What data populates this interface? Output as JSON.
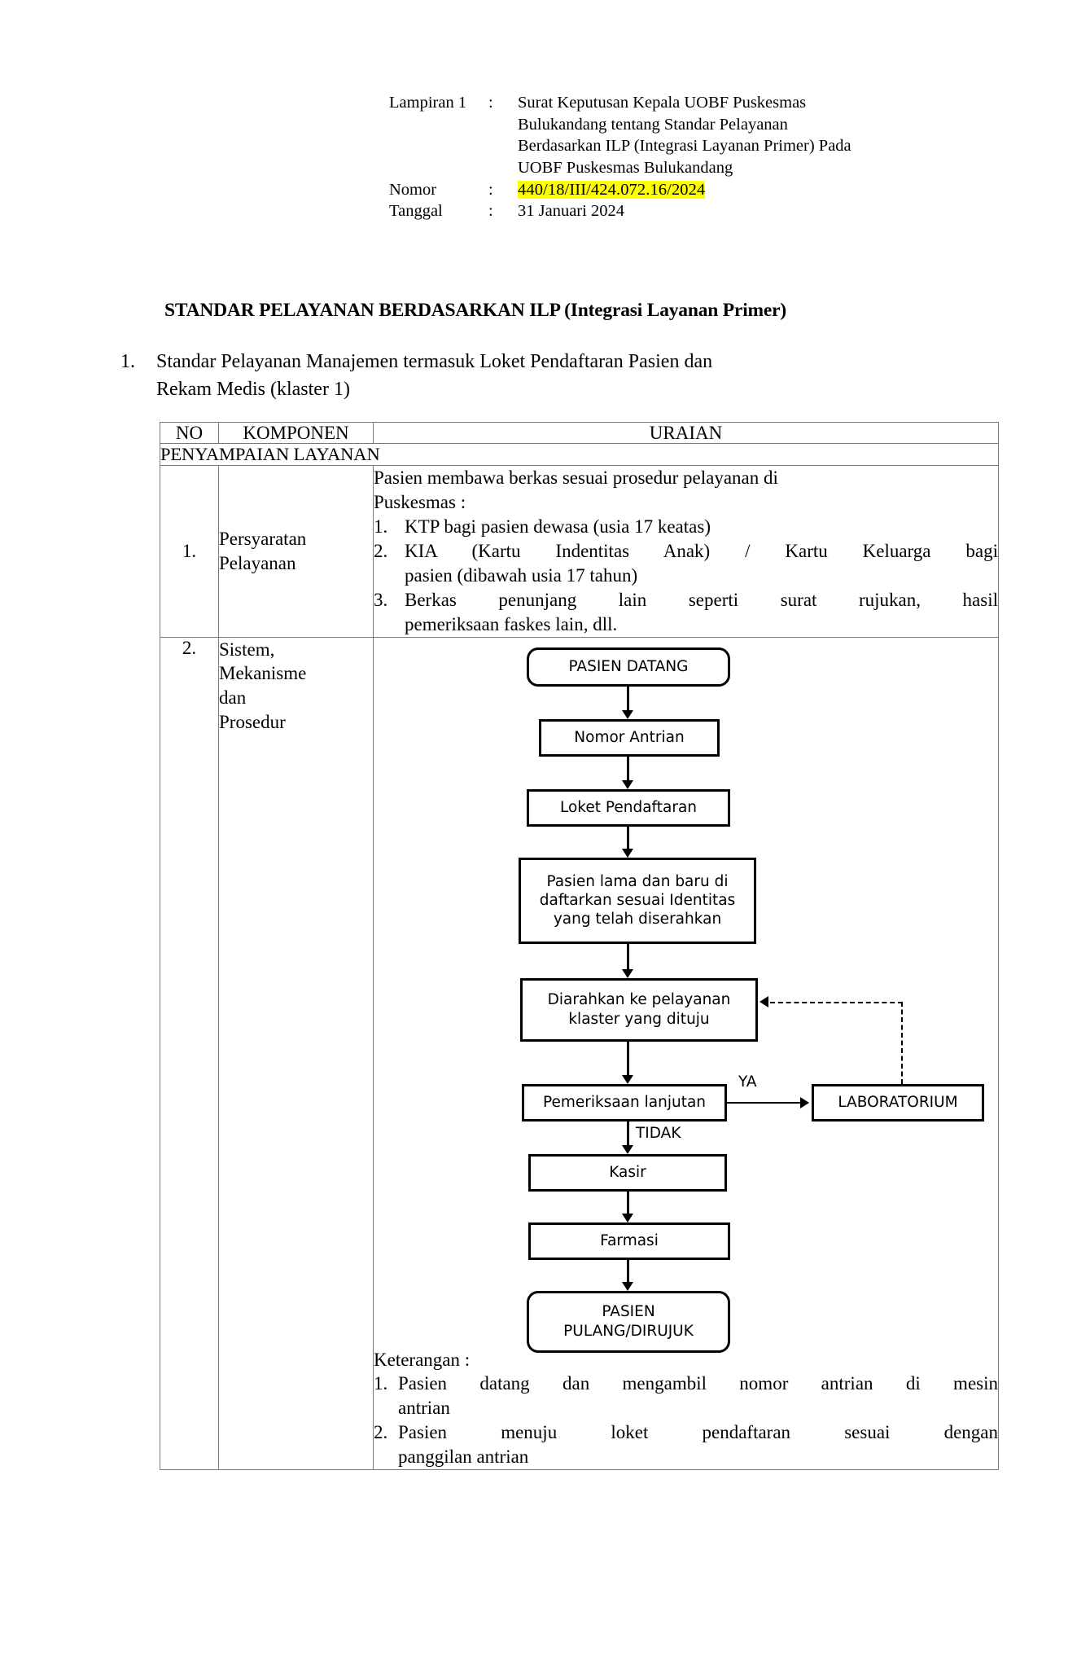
{
  "header": {
    "rows": [
      {
        "label": "Lampiran 1",
        "colon": ":",
        "lines": [
          "Surat Keputusan Kepala UOBF Puskesmas",
          "Bulukandang  tentang Standar Pelayanan",
          "Berdasarkan ILP (Integrasi Layanan Primer) Pada",
          "UOBF Puskesmas Bulukandang"
        ],
        "highlight": false
      },
      {
        "label": "Nomor",
        "colon": ":",
        "lines": [
          "440/18/III/424.072.16/2024"
        ],
        "highlight": true
      },
      {
        "label": "Tanggal",
        "colon": ":",
        "lines": [
          "31 Januari 2024"
        ],
        "highlight": false
      }
    ],
    "highlight_color": "#ffff00"
  },
  "main_title": "STANDAR PELAYANAN BERDASARKAN ILP (Integrasi Layanan Primer)",
  "intro": {
    "number": "1.",
    "lines": [
      "Standar Pelayanan Manajemen termasuk Loket Pendaftaran Pasien dan",
      "Rekam Medis (klaster 1)"
    ]
  },
  "table": {
    "headers": {
      "no": "NO",
      "komponen": "KOMPONEN",
      "uraian": "URAIAN"
    },
    "section_title": "PENYAMPAIAN LAYANAN",
    "rows": [
      {
        "no": "1.",
        "komponen_lines": [
          "Persyaratan",
          "Pelayanan"
        ],
        "uraian_intro": [
          "Pasien membawa berkas sesuai prosedur pelayanan di",
          "Puskesmas :"
        ],
        "uraian_items": [
          {
            "num": "1.",
            "lines": [
              {
                "text": "KTP bagi pasien dewasa (usia 17 keatas)",
                "justify": false
              }
            ]
          },
          {
            "num": "2.",
            "lines": [
              {
                "text": "KIA (Kartu Indentitas Anak) / Kartu Keluarga bagi",
                "justify": true
              },
              {
                "text": "pasien (dibawah usia 17 tahun)",
                "justify": false
              }
            ]
          },
          {
            "num": "3.",
            "lines": [
              {
                "text": "Berkas penunjang lain seperti surat rujukan, hasil",
                "justify": true
              },
              {
                "text": "pemeriksaan faskes lain, dll.",
                "justify": false
              }
            ]
          }
        ]
      },
      {
        "no": "2.",
        "komponen_lines": [
          "Sistem,",
          "Mekanisme",
          "dan",
          "Prosedur"
        ],
        "keterangan_head": "Keterangan :",
        "keterangan_items": [
          {
            "num": "1.",
            "lines": [
              {
                "text": "Pasien datang dan mengambil nomor antrian di mesin",
                "justify": true
              },
              {
                "text": "antrian",
                "justify": false
              }
            ]
          },
          {
            "num": "2.",
            "lines": [
              {
                "text": "Pasien menuju loket pendaftaran sesuai dengan",
                "justify": true
              },
              {
                "text": "panggilan antrian",
                "justify": false
              }
            ]
          }
        ]
      }
    ]
  },
  "flowchart": {
    "nodes": {
      "pasien_datang": "PASIEN DATANG",
      "nomor_antrian": "Nomor Antrian",
      "loket_pendaftaran": "Loket Pendaftaran",
      "pendaftaran_identitas": [
        "Pasien lama dan baru di",
        "daftarkan sesuai Identitas",
        "yang telah diserahkan"
      ],
      "diarahkan_klaster": [
        "Diarahkan ke pelayanan",
        "klaster yang dituju"
      ],
      "pemeriksaan_lanjutan": "Pemeriksaan lanjutan",
      "laboratorium": "LABORATORIUM",
      "kasir": "Kasir",
      "farmasi": "Farmasi",
      "pasien_pulang": [
        "PASIEN",
        "PULANG/DIRUJUK"
      ]
    },
    "edge_labels": {
      "ya": "YA",
      "tidak": "TIDAK"
    }
  }
}
